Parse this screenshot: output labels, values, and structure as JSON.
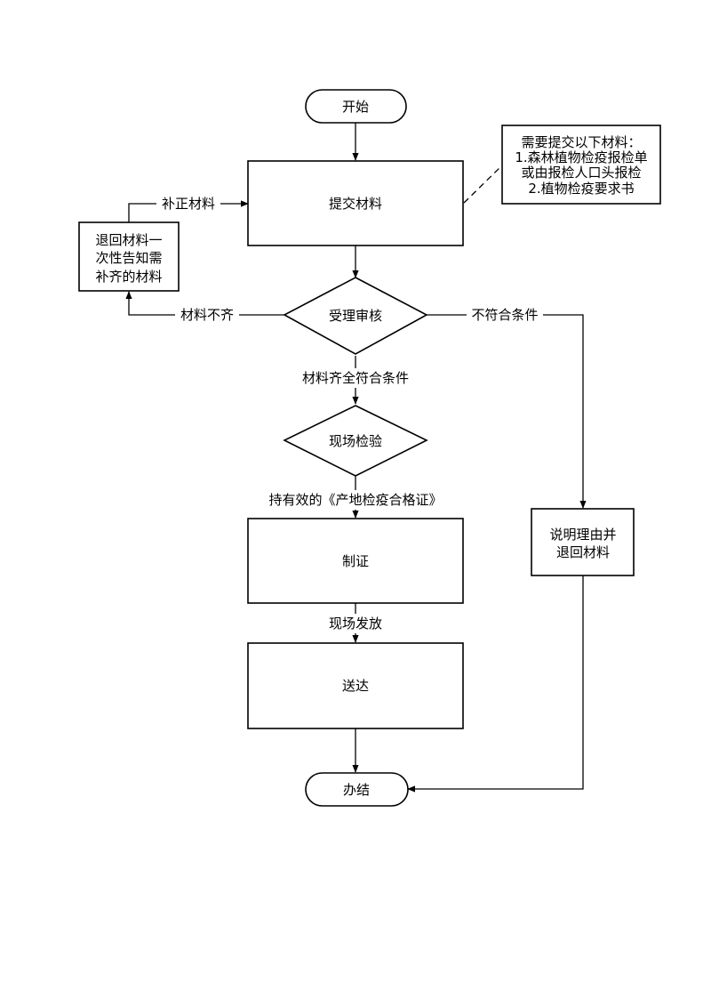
{
  "nodes": {
    "start": "开始",
    "submit": "提交材料",
    "review": "受理审核",
    "inspect": "现场检验",
    "make_cert": "制证",
    "deliver": "送达",
    "end": "办结",
    "return_notice": [
      "退回材料一",
      "次性告知需",
      "补齐的材料"
    ],
    "explain_return": [
      "说明理由并",
      "退回材料"
    ]
  },
  "note": [
    "需要提交以下材料：",
    "1.森林植物检疫报检单",
    "或由报检人口头报检",
    "2.植物检疫要求书"
  ],
  "edge_labels": {
    "supplement": "补正材料",
    "incomplete": "材料不齐",
    "not_qualified": "不符合条件",
    "complete": "材料齐全符合条件",
    "valid_cert": "持有效的《产地检疫合格证》",
    "onsite_issue": "现场发放"
  },
  "colors": {
    "stroke": "#000000",
    "fill": "#ffffff",
    "text": "#000000"
  }
}
